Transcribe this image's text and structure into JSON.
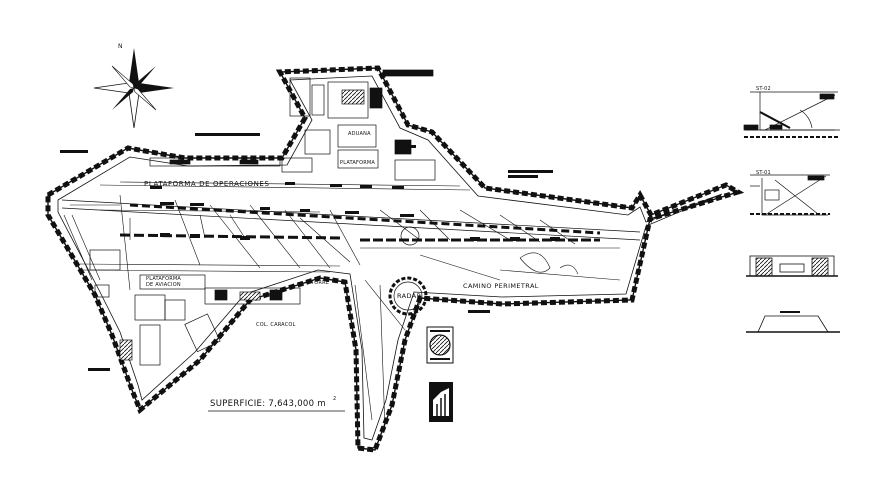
{
  "drawing": {
    "labels": {
      "plataforma_operaciones": "PLATAFORMA DE OPERACIONES",
      "aduana": "ADUANA",
      "plataforma": "PLATAFORMA",
      "plataforma_aviacion_line1": "PLATAFORMA",
      "plataforma_aviacion_line2": "DE AVIACION",
      "torre": "TORRE",
      "radar": "RADAR",
      "camino_perimetral": "CAMINO PERIMETRAL",
      "col_caracol": "COL. CARACOL",
      "superficie": "SUPERFICIE: 7,643,000 m",
      "superficie_exp": "2",
      "section_top": "ST-02",
      "section_mid": "ST-01"
    },
    "icons": {
      "north_arrow": "north-arrow-icon",
      "seal": "seal-emblem-icon",
      "logo": "building-logo-icon"
    },
    "colors": {
      "ink": "#111111",
      "paper": "#ffffff"
    }
  }
}
